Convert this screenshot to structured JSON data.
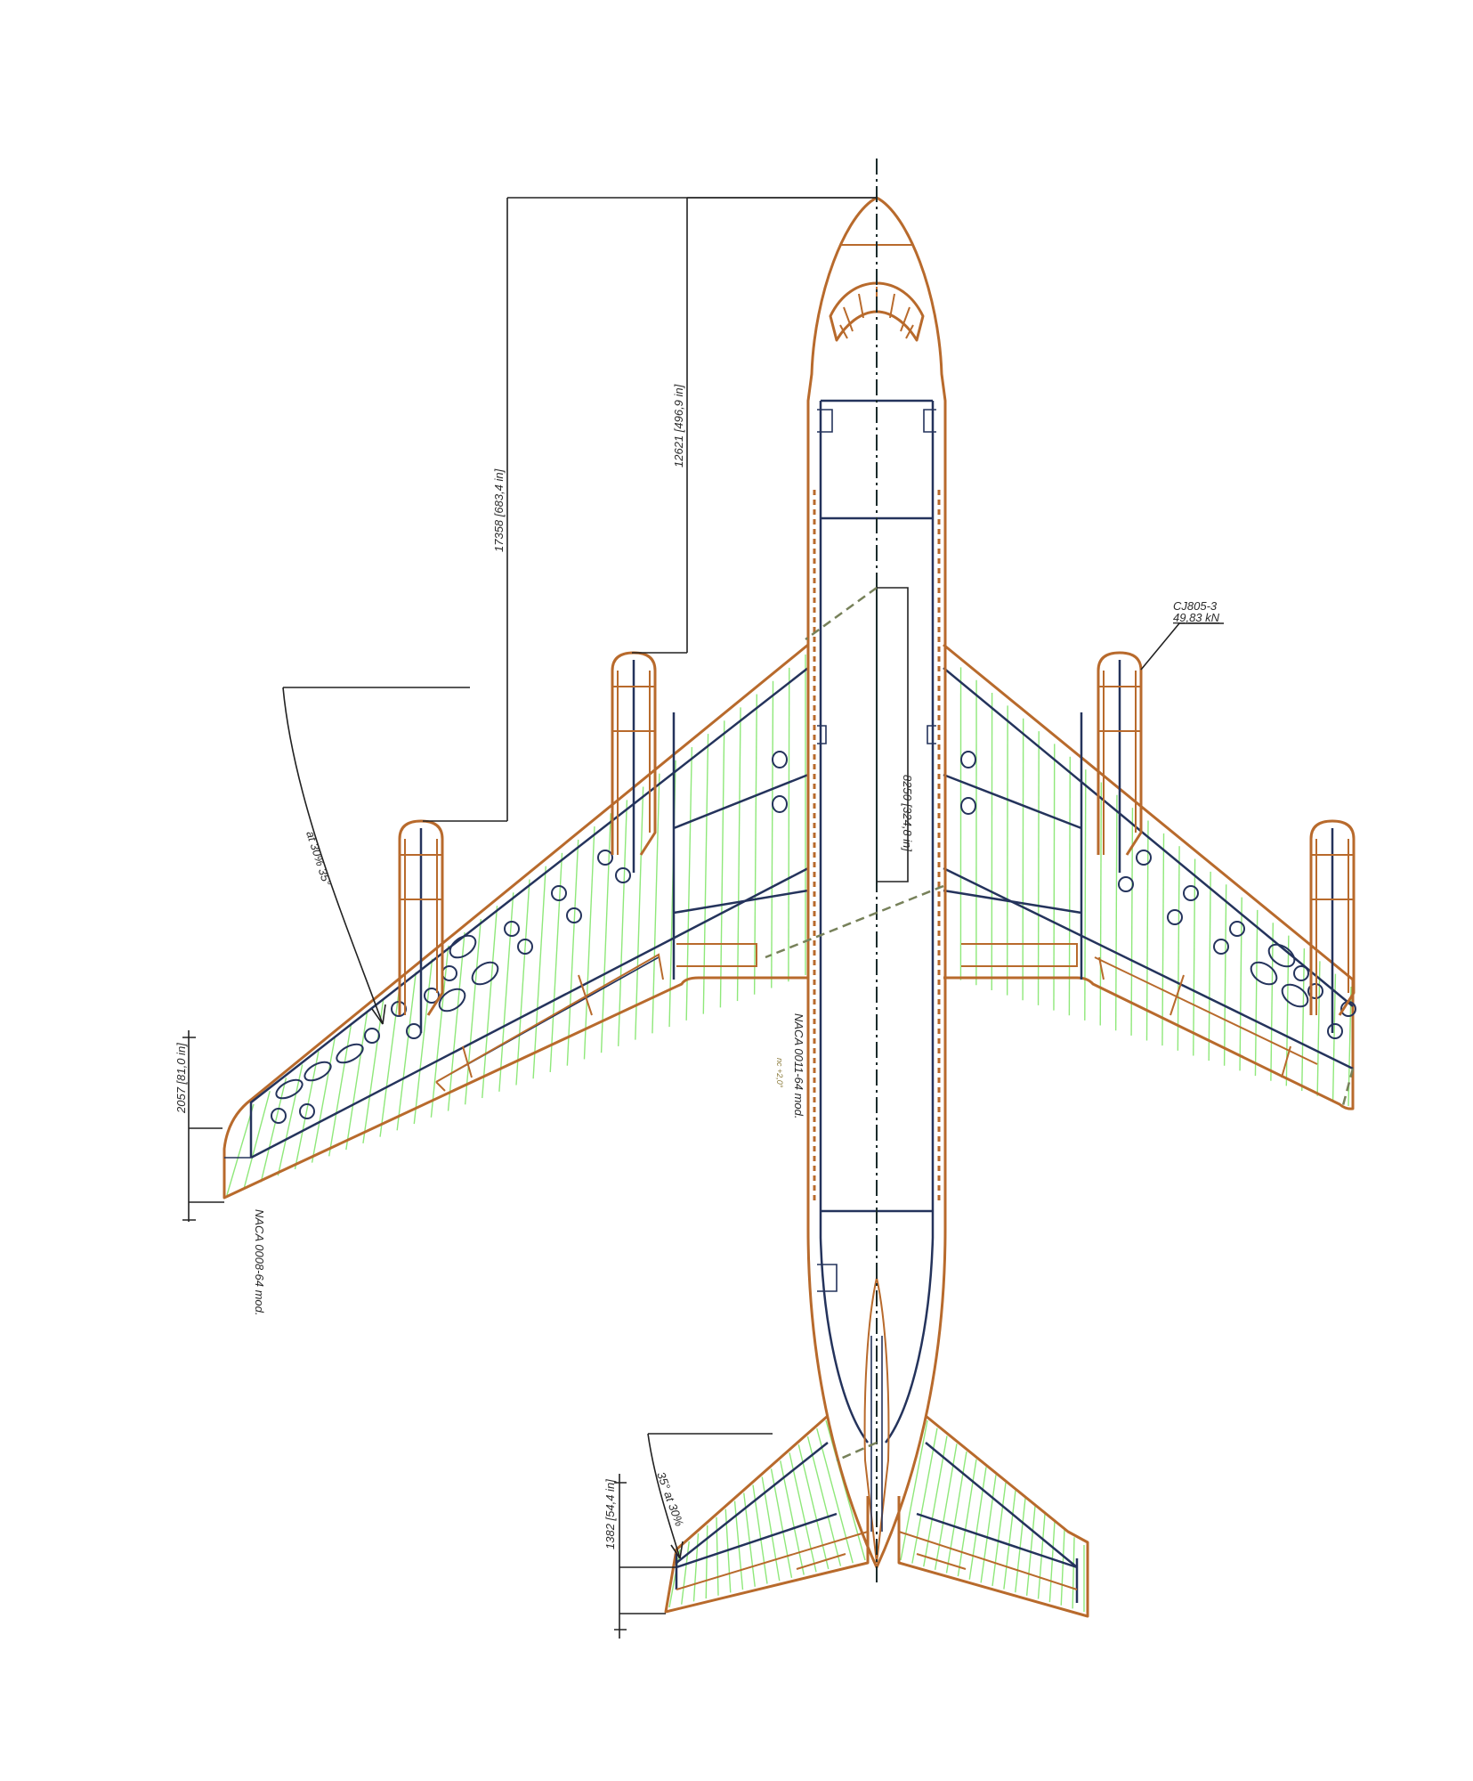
{
  "dimensions": {
    "d1": "17358 [683,4 in]",
    "d2": "12621 [496,9 in]",
    "d3": "8250 [324,8 in]",
    "d4": "2057 [81,0 in]",
    "d5": "1382 [54,4 in]"
  },
  "angles": {
    "wing_sweep": "at 30% 35°",
    "tail_sweep": "35° at 30%"
  },
  "airfoils": {
    "root": "NACA 0011-64 mod.",
    "root_twist": "nc +2,0°",
    "tip": "NACA 0008-64 mod."
  },
  "engine": {
    "model": "CJ805-3",
    "thrust": "49,83 kN"
  },
  "colors": {
    "outline": "#b86a2c",
    "structure": "#24335c",
    "ribs": "#8fe87a"
  }
}
